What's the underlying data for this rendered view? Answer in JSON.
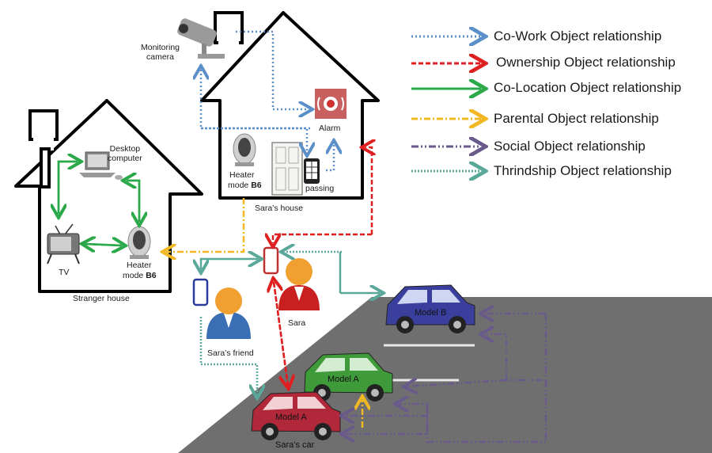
{
  "legend": [
    {
      "key": "cowork",
      "label": "Co-Work Object relationship",
      "color": "#5b8fc9",
      "style": "dotted"
    },
    {
      "key": "ownership",
      "label": "Ownership Object relationship",
      "color": "#e02020",
      "style": "dashed"
    },
    {
      "key": "colocation",
      "label": "Co-Location Object relationship",
      "color": "#2aa84a",
      "style": "double"
    },
    {
      "key": "parental",
      "label": "Parental Object relationship",
      "color": "#f2b824",
      "style": "dashdot"
    },
    {
      "key": "social",
      "label": "Social Object relationship",
      "color": "#6a5a8c",
      "style": "dashdotdot"
    },
    {
      "key": "friendship",
      "label": "Thrindship Object relationship",
      "color": "#5aa89a",
      "style": "double-dotted"
    }
  ],
  "labels": {
    "monitoring_camera": "Monitoring\ncamera",
    "alarm": "Alarm",
    "passing": "passing",
    "saras_heater_line1": "Heater",
    "saras_heater_line2": "mode ",
    "saras_heater_bold": "B6",
    "saras_house": "Sara’s house",
    "desktop_computer": "Desktop\ncomputer",
    "tv": "TV",
    "stranger_heater_line1": "Heater",
    "stranger_heater_line2": "mode ",
    "stranger_heater_bold": "B6",
    "stranger_house": "Stranger house",
    "sara": "Sara",
    "saras_friend": "Sara’s friend",
    "model_b": "Model B",
    "model_a_green": "Model A",
    "model_a_red": "Model A",
    "saras_car": "Sara’s car"
  },
  "colors": {
    "cowork": "#5b8fc9",
    "ownership": "#e02020",
    "colocation": "#2aa84a",
    "parental": "#f2b824",
    "social": "#6a5a8c",
    "friendship": "#5aa89a",
    "road": "#777777",
    "house_outline": "#000000",
    "car_blue": "#3a3f9e",
    "car_green": "#3f9a3a",
    "car_red": "#b0283a",
    "person_skin": "#f0a030",
    "person_blue": "#3b6fb5",
    "person_red": "#c82020"
  }
}
